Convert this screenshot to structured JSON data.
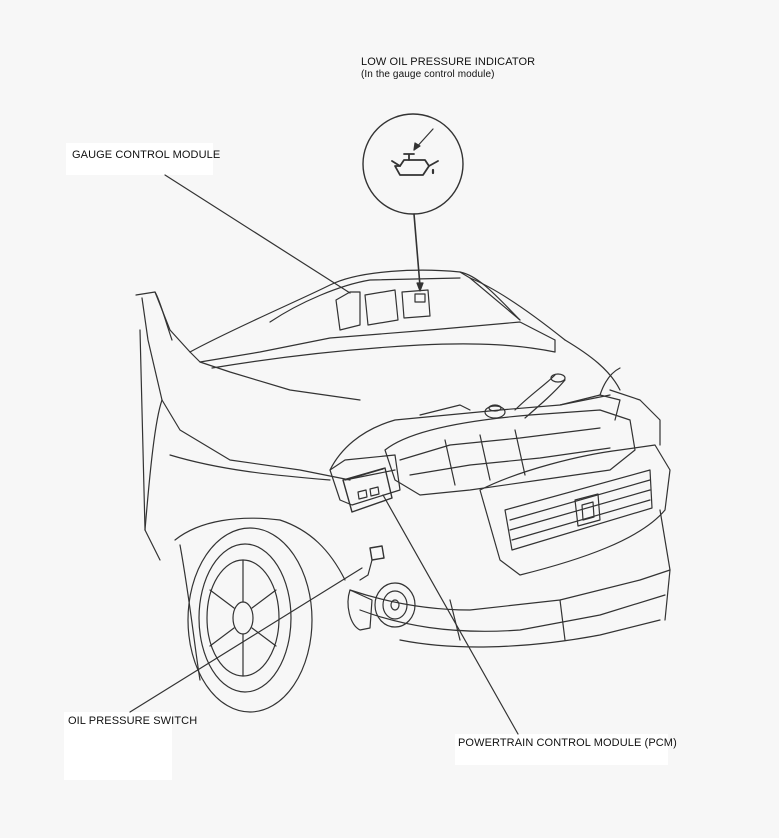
{
  "labels": {
    "low_oil_indicator": "LOW OIL PRESSURE INDICATOR",
    "low_oil_indicator_sub": "(In the gauge control module)",
    "gauge_control_module": "GAUGE CONTROL MODULE",
    "oil_pressure_switch": "OIL PRESSURE SWITCH",
    "pcm": "POWERTRAIN CONTROL MODULE (PCM)"
  },
  "icons": {
    "indicator_symbol": "oil-can-icon"
  },
  "colors": {
    "background": "#f7f7f7",
    "line_art": "#333333",
    "label_box": "#ffffff"
  }
}
